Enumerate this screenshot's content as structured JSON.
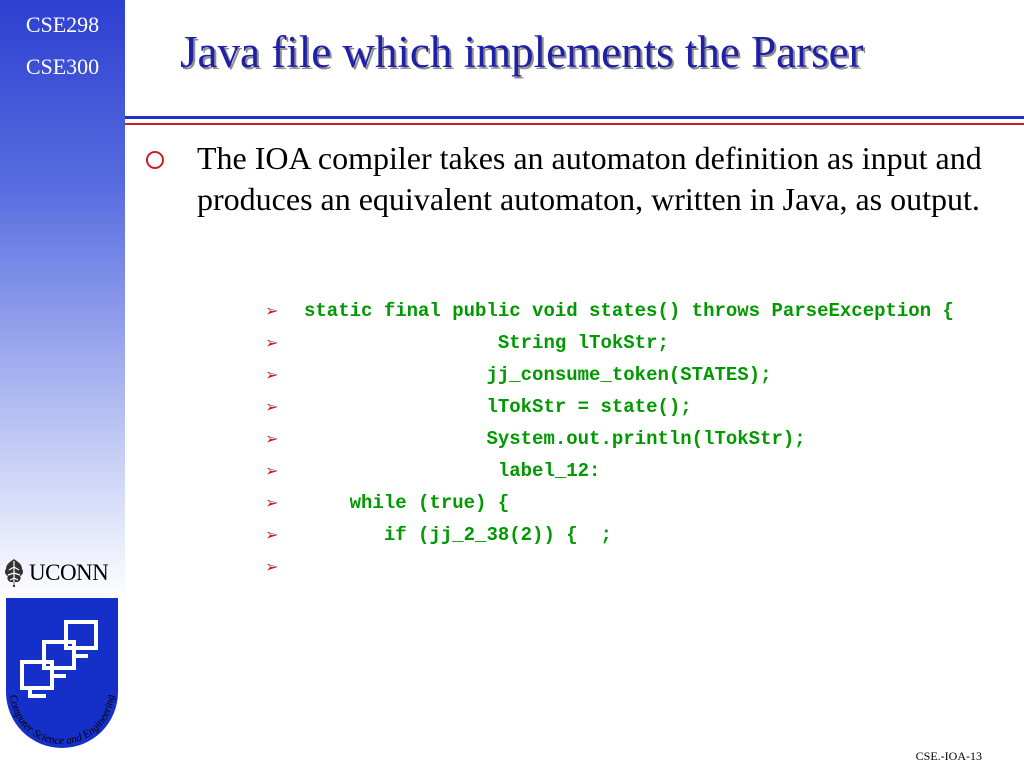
{
  "sidebar": {
    "course_1": "CSE298",
    "course_2": "CSE300",
    "uconn_label": "UCONN",
    "logo_caption": "Computer Science and Engineering"
  },
  "slide": {
    "title": "Java file which implements the Parser",
    "main_bullet": "The IOA compiler takes an automaton definition as input and produces an equivalent automaton, written in Java, as output.",
    "code_lines": [
      "static final public void states() throws ParseException {",
      "                 String lTokStr;",
      "                jj_consume_token(STATES);",
      "                lTokStr = state();",
      "                System.out.println(lTokStr);",
      "                 label_12:",
      "    while (true) {",
      "       if (jj_2_38(2)) {  ;",
      ""
    ],
    "footer": "CSE.-IOA-13"
  },
  "colors": {
    "title": "#1f1fa8",
    "code": "#009900",
    "bullet": "#c81e2a",
    "rule_blue": "#1f2fc8",
    "rule_red": "#c81e2a"
  },
  "icons": {
    "main_bullet": "ring-bullet-icon",
    "sub_bullet": "arrow-bullet-icon"
  }
}
